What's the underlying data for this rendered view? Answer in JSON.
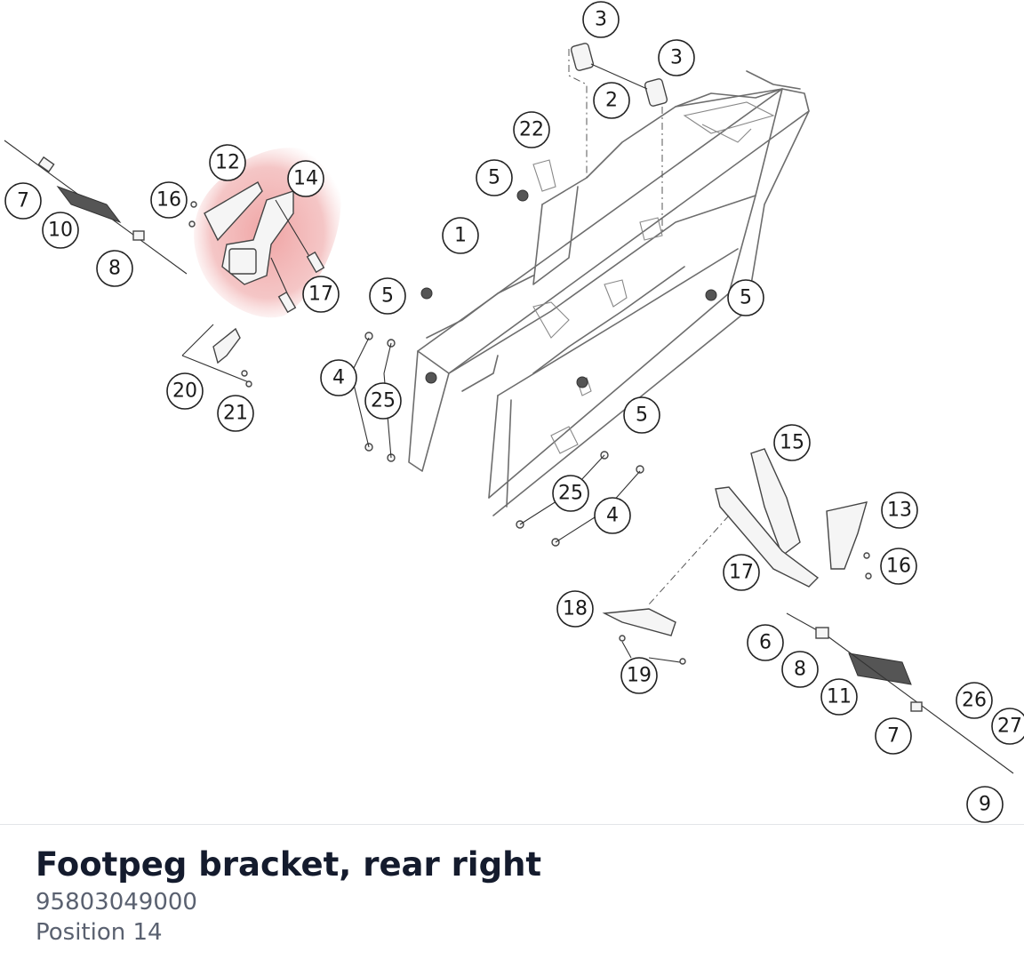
{
  "part": {
    "title": "Footpeg bracket, rear right",
    "number": "95803049000",
    "position": "Position 14"
  },
  "highlight_color": "#e88080",
  "callouts": [
    "3",
    "3",
    "2",
    "22",
    "5",
    "1",
    "12",
    "14",
    "16",
    "7",
    "10",
    "8",
    "17",
    "5",
    "5",
    "4",
    "25",
    "20",
    "21",
    "5",
    "15",
    "13",
    "25",
    "4",
    "17",
    "16",
    "18",
    "6",
    "8",
    "19",
    "11",
    "26",
    "27",
    "7",
    "9"
  ]
}
